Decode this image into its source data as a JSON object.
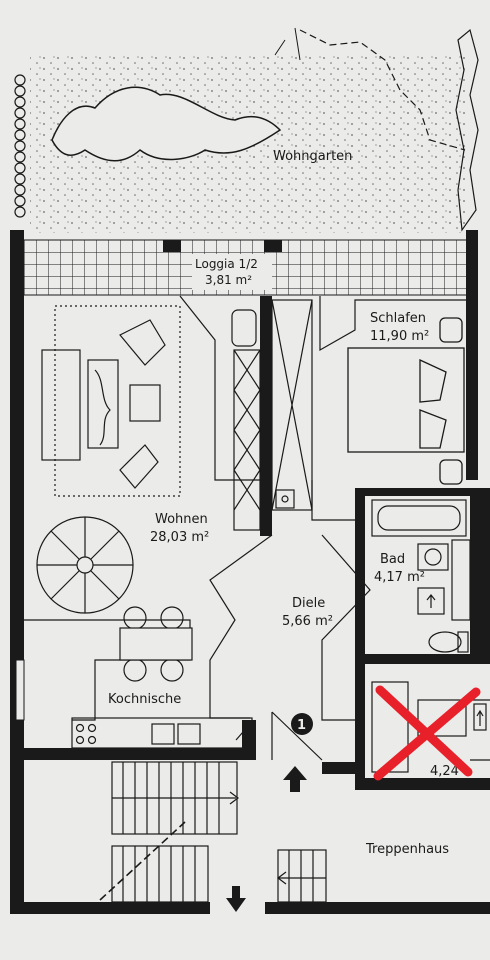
{
  "rooms": {
    "garden": {
      "name": "Wohngarten"
    },
    "loggia": {
      "name": "Loggia 1/2",
      "area": "3,81 m²"
    },
    "bedroom": {
      "name": "Schlafen",
      "area": "11,90 m²"
    },
    "living": {
      "name": "Wohnen",
      "area": "28,03 m²"
    },
    "bath": {
      "name": "Bad",
      "area": "4,17 m²"
    },
    "hall": {
      "name": "Diele",
      "area": "5,66 m²"
    },
    "kitchen": {
      "name": "Kochnische"
    },
    "crossed_room": {
      "area": "4,24"
    },
    "stairwell": {
      "name": "Treppenhaus"
    }
  },
  "markers": {
    "entrance_number": "1"
  },
  "colors": {
    "paper": "#ebebe9",
    "ink": "#1a1a1a",
    "cross": "#e8202a"
  }
}
